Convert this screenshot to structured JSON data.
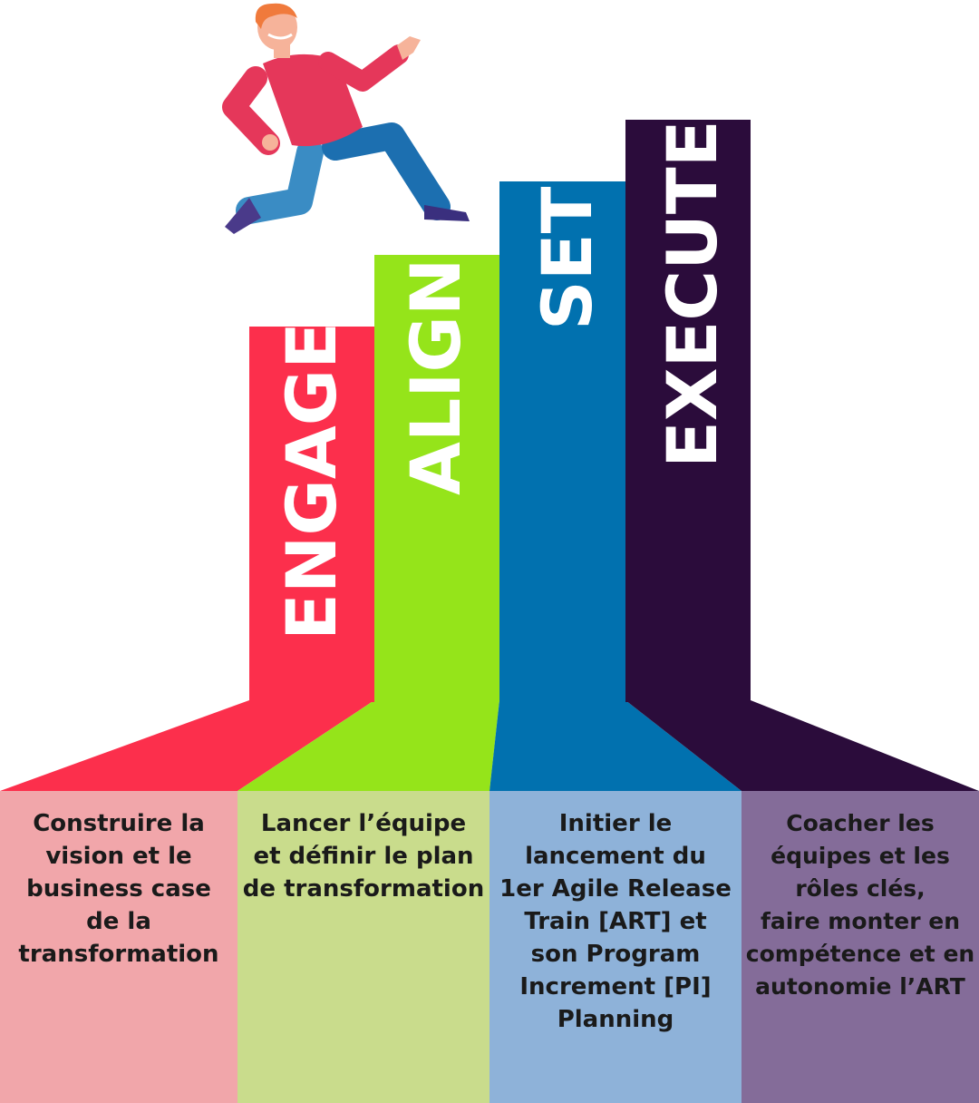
{
  "steps": [
    {
      "label": "ENGAGE",
      "color": "#fc2f4c",
      "panel_color": "#f1a6aa",
      "description_lines": [
        "Construire la",
        "vision et le",
        "business case",
        "de la",
        "transformation"
      ]
    },
    {
      "label": "ALIGN",
      "color": "#95e41a",
      "panel_color": "#c9dc8c",
      "description_lines": [
        "Lancer l’équipe",
        "et définir le plan",
        "de transformation"
      ]
    },
    {
      "label": "SET",
      "color": "#0171af",
      "panel_color": "#8eb2d9",
      "description_lines": [
        "Initier le",
        "lancement du",
        "1er Agile Release",
        "Train [ART] et",
        "son Program",
        "Increment [PI]",
        "Planning"
      ]
    },
    {
      "label": "EXECUTE",
      "color": "#2b0c3b",
      "panel_color": "#846c99",
      "description_lines": [
        "Coacher les",
        "équipes et les",
        "rôles clés,",
        "faire monter en",
        "compétence et en",
        "autonomie l’ART"
      ]
    }
  ]
}
